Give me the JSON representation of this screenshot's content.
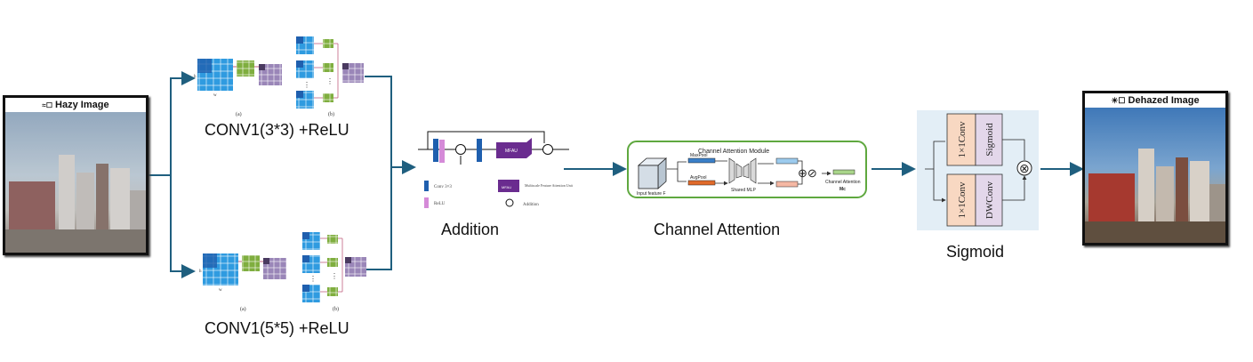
{
  "input_image": {
    "title": "Hazy Image",
    "icon": "haze-icon"
  },
  "output_image": {
    "title": "Dehazed Image",
    "icon": "sun-icon"
  },
  "conv_top": {
    "caption": "CONV1(3*3) +ReLU",
    "sub_a": "(a)",
    "sub_b": "(b)",
    "dim_h": "h",
    "dim_w": "w",
    "dots": "⋮"
  },
  "conv_bottom": {
    "caption": "CONV1(5*5) +ReLU",
    "sub_a": "(a)",
    "sub_b": "(b)",
    "dim_h": "h",
    "dim_w": "w",
    "dots": "⋮"
  },
  "addition": {
    "caption": "Addition",
    "mfau_label": "MFAU",
    "legend_conv": "Conv 3×3",
    "legend_relu": "ReLU",
    "legend_mfau_box": "MFAU",
    "legend_mfau": "Multiscale Feature Attention Unit",
    "legend_add": "Addition"
  },
  "channel_attention": {
    "caption": "Channel Attention",
    "title": "Channel Attention Module",
    "input_label": "Input feature F",
    "maxpool": "MaxPool",
    "avgpool": "AvgPool",
    "shared_mlp": "Shared MLP",
    "output_label": "Channel Attention",
    "output_symbol": "Mc",
    "op_symbols": "⊕⊘"
  },
  "sigmoid_block": {
    "caption": "Sigmoid",
    "top_conv": "1×1Conv",
    "top_act": "Sigmoid",
    "bottom_conv": "1×1Conv",
    "bottom_act": "DWConv",
    "multiply": "⊗"
  },
  "colors": {
    "arrow": "#1f5f7f",
    "grid_blue": "#2f9be0",
    "grid_dark": "#1f5fae",
    "grid_green": "#7fae3f",
    "grid_purple": "#9a86b8",
    "mfau": "#6a2c8f",
    "ca_border": "#5fa83f",
    "sig_bg": "#e3eef6",
    "conv_fill": "#f8d8c2",
    "sigmoid_fill": "#e3d7ea"
  }
}
